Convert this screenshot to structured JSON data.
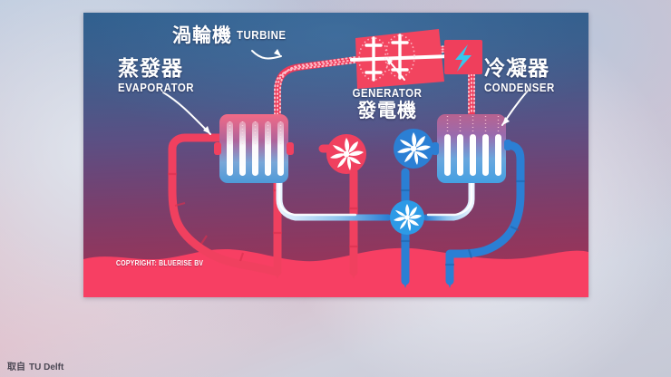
{
  "caption": {
    "prefix": "取自",
    "source": "TU Delft"
  },
  "illustration": {
    "copyright": "COPYRIGHT: BLUERISE BV",
    "labels": {
      "turbine": {
        "cjk": "渦輪機",
        "latin": "TURBINE"
      },
      "evaporator": {
        "cjk": "蒸發器",
        "latin": "EVAPORATOR"
      },
      "condenser": {
        "cjk": "冷凝器",
        "latin": "CONDENSER"
      },
      "generator": {
        "cjk": "發電機",
        "latin": "GENERATOR"
      }
    },
    "colors": {
      "warm_pipe": "#f0405f",
      "cold_pipe": "#2b7fd4",
      "turbine_body": "#f2445f",
      "generator_body": "#ef3f5c",
      "bolt": "#35c8ee",
      "seabed": "#f73f63",
      "sky_top": "#2f5f8e",
      "deep_bottom": "#a33254",
      "label_text": "#ffffff"
    },
    "components": [
      {
        "name": "evaporator",
        "type": "heat-exchanger",
        "side": "left"
      },
      {
        "name": "condenser",
        "type": "heat-exchanger",
        "side": "right"
      },
      {
        "name": "turbine",
        "type": "turbine",
        "side": "top-center"
      },
      {
        "name": "generator",
        "type": "generator",
        "side": "top-center-right"
      },
      {
        "name": "warm-water-pump",
        "type": "pump",
        "color": "warm"
      },
      {
        "name": "working-fluid-pump",
        "type": "pump",
        "color": "cold"
      },
      {
        "name": "cold-water-pump",
        "type": "pump",
        "color": "cold"
      }
    ]
  }
}
